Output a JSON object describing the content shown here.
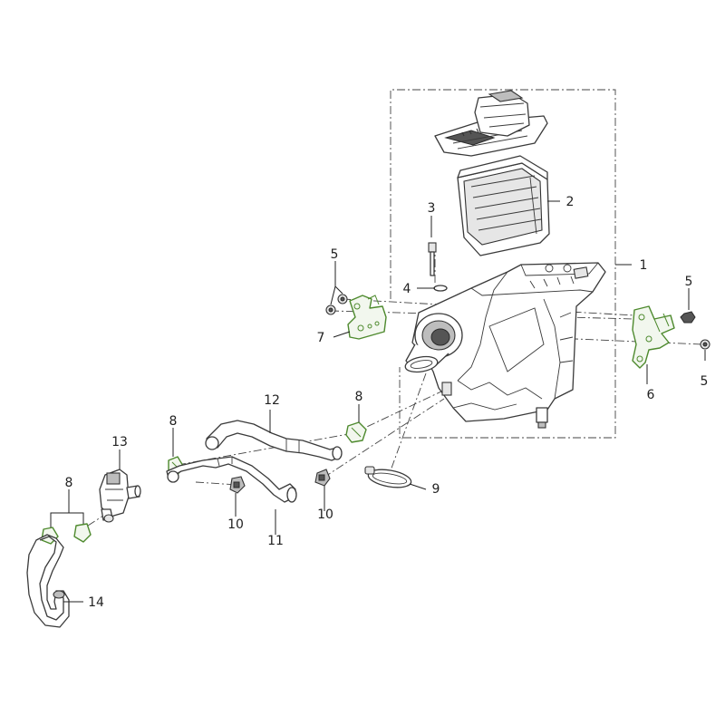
{
  "callouts": [
    {
      "id": "c1",
      "label": "1"
    },
    {
      "id": "c2",
      "label": "2"
    },
    {
      "id": "c3",
      "label": "3"
    },
    {
      "id": "c4",
      "label": "4"
    },
    {
      "id": "c5a",
      "label": "5"
    },
    {
      "id": "c5b",
      "label": "5"
    },
    {
      "id": "c5c",
      "label": "5"
    },
    {
      "id": "c6",
      "label": "6"
    },
    {
      "id": "c7",
      "label": "7"
    },
    {
      "id": "c8a",
      "label": "8"
    },
    {
      "id": "c8b",
      "label": "8"
    },
    {
      "id": "c8c",
      "label": "8"
    },
    {
      "id": "c9",
      "label": "9"
    },
    {
      "id": "c10a",
      "label": "10"
    },
    {
      "id": "c10b",
      "label": "10"
    },
    {
      "id": "c11",
      "label": "11"
    },
    {
      "id": "c12",
      "label": "12"
    },
    {
      "id": "c13",
      "label": "13"
    },
    {
      "id": "c14",
      "label": "14"
    }
  ],
  "colors": {
    "line": "#3a3a3a",
    "highlight": "#4e8a2e",
    "background": "#ffffff"
  }
}
